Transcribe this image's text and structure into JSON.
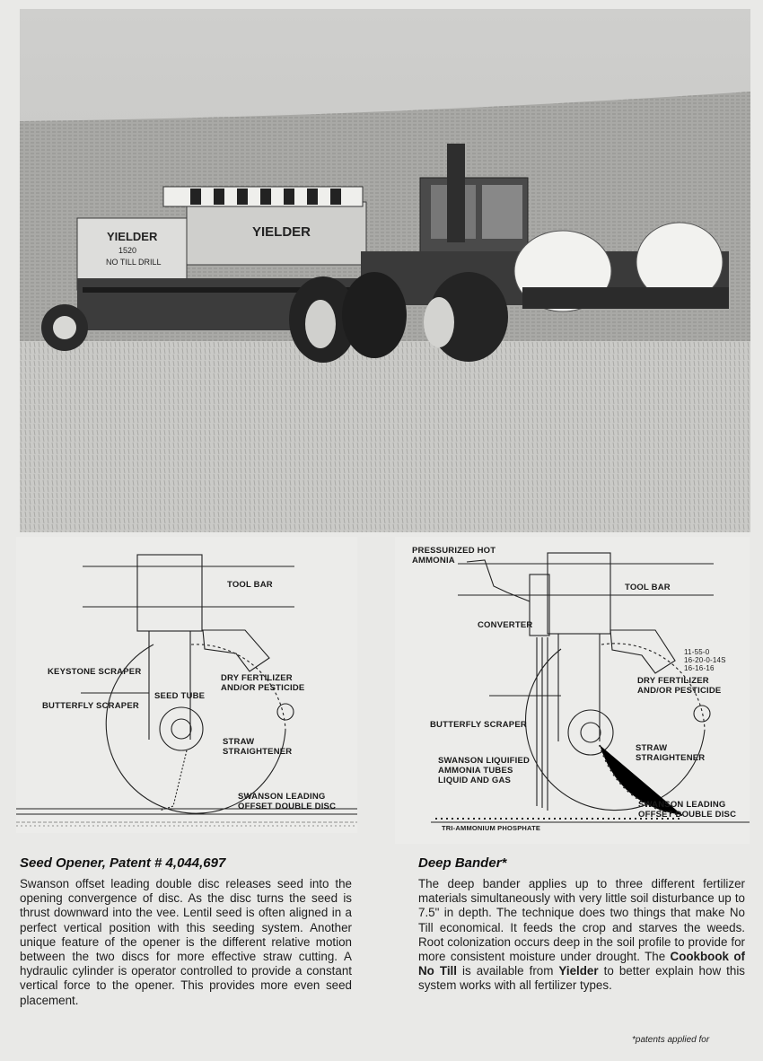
{
  "photo": {
    "machine_labels": [
      "YIELDER",
      "1520",
      "NO TILL DRILL",
      "YIELDER"
    ]
  },
  "diagram_left": {
    "tool_bar": "TOOL BAR",
    "keystone_scraper": "KEYSTONE SCRAPER",
    "butterfly_scraper": "BUTTERFLY SCRAPER",
    "seed_tube": "SEED TUBE",
    "dry_fertilizer": "DRY FERTILIZER\nAND/OR PESTICIDE",
    "straw_straightener": "STRAW\nSTRAIGHTENER",
    "leading_disc": "SWANSON LEADING\nOFFSET DOUBLE DISC"
  },
  "diagram_right": {
    "pressurized": "PRESSURIZED HOT\nAMMONIA",
    "tool_bar": "TOOL BAR",
    "converter": "CONVERTER",
    "ratios": "11-55-0\n16-20-0-14S\n16-16-16",
    "dry_fertilizer": "DRY FERTILIZER\nAND/OR PESTICIDE",
    "butterfly_scraper": "BUTTERFLY SCRAPER",
    "ammonia_tubes": "SWANSON LIQUIFIED\nAMMONIA TUBES\nLIQUID AND GAS",
    "straw_straightener": "STRAW\nSTRAIGHTENER",
    "leading_disc": "SWANSON LEADING\nOFFSET DOUBLE DISC",
    "phosphate": "TRI-AMMONIUM PHOSPHATE"
  },
  "left_column": {
    "title": "Seed Opener, Patent # 4,044,697",
    "body": "Swanson offset leading double disc releases seed into the opening convergence of disc. As the disc turns the seed is thrust downward into the vee. Lentil seed is often aligned in a perfect vertical position with this seeding system. Another unique feature of the opener is the different relative motion between the two discs for more effective straw cutting. A hydraulic cylinder is operator controlled to provide a constant vertical force to the opener. This provides more even seed placement."
  },
  "right_column": {
    "title": "Deep Bander*",
    "body_1": "The deep bander applies up to three different fertilizer materials simultaneously with very little soil disturbance up to 7.5\" in depth. The technique does two things that make No Till economical. It feeds the crop and starves the weeds. Root colonization occurs deep in the soil profile to provide for more consistent moisture under drought. The ",
    "bold_1": "Cookbook of No Till",
    "body_2": " is available from ",
    "bold_2": "Yielder",
    "body_3": " to better explain how this system works with all fertilizer types.",
    "footnote": "*patents applied for"
  }
}
